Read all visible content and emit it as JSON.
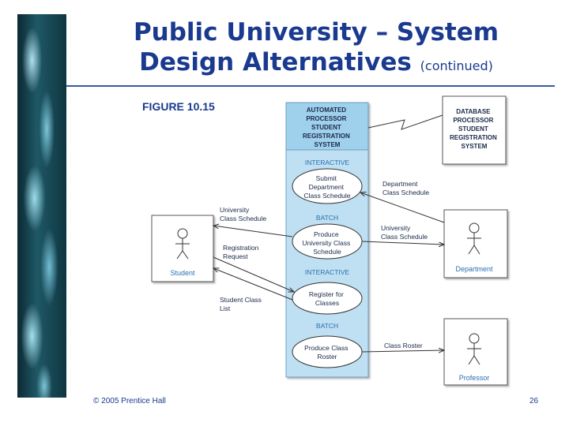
{
  "slide": {
    "title_line1": "Public University – System",
    "title_line2": "Design Alternatives",
    "title_suffix": "(continued)",
    "figure_label": "FIGURE 10.15",
    "footer_copyright": "© 2005  Prentice Hall",
    "page_number": "26"
  },
  "diagram": {
    "automated_system": [
      "AUTOMATED",
      "PROCESSOR",
      "STUDENT",
      "REGISTRATION",
      "SYSTEM"
    ],
    "database_system": [
      "DATABASE",
      "PROCESSOR",
      "STUDENT",
      "REGISTRATION",
      "SYSTEM"
    ],
    "sections": [
      "INTERACTIVE",
      "BATCH",
      "INTERACTIVE",
      "BATCH"
    ],
    "use_cases": [
      [
        "Submit",
        "Department",
        "Class Schedule"
      ],
      [
        "Produce",
        "University Class",
        "Schedule"
      ],
      [
        "Register for",
        "Classes"
      ],
      [
        "Produce Class",
        "Roster"
      ]
    ],
    "actors": {
      "student": "Student",
      "department": "Department",
      "professor": "Professor"
    },
    "flow_labels": {
      "dept_schedule": [
        "Department",
        "Class Schedule"
      ],
      "univ_schedule_left": [
        "University",
        "Class Schedule"
      ],
      "univ_schedule_right": [
        "University",
        "Class Schedule"
      ],
      "registration_request": [
        "Registration",
        "Request"
      ],
      "student_class_list": [
        "Student Class",
        "List"
      ],
      "class_roster": "Class Roster"
    },
    "colors": {
      "system_box": "#bfe0f2",
      "system_header": "#9fd0ec",
      "section_label": "#2a6fb0",
      "actor_label": "#2a6fb0",
      "title": "#1a3a8f"
    }
  }
}
